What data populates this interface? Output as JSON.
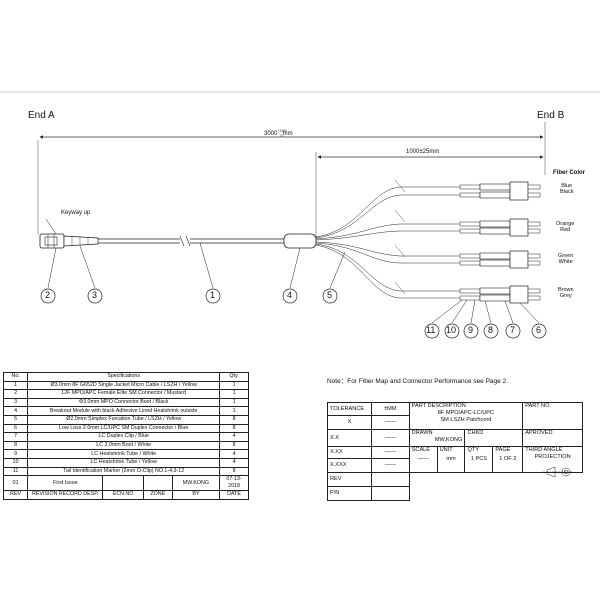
{
  "drawing": {
    "end_a": "End A",
    "end_b": "End B",
    "total_length": "3000",
    "total_tol_upper": "+100",
    "total_tol_lower": "0",
    "total_unit": "mm",
    "breakout_length": "1000±25mm",
    "keyway_label": "Keyway up",
    "fiber_color_title": "Fiber Color",
    "fiber_pairs": [
      {
        "a": "Blue",
        "b": "Black"
      },
      {
        "a": "Orange",
        "b": "Red"
      },
      {
        "a": "Green",
        "b": "White"
      },
      {
        "a": "Brown",
        "b": "Grey"
      }
    ],
    "callouts": [
      "1",
      "2",
      "3",
      "4",
      "5",
      "6",
      "7",
      "8",
      "9",
      "10",
      "11"
    ]
  },
  "note": "Note：For Fiber Map and Connector Performance see Page 2.",
  "spec_table": {
    "headers": {
      "no": "No.",
      "spec": "Specifications",
      "qty": "Qty."
    },
    "rows": [
      {
        "no": "1",
        "spec": "Ø3.0mm 8F G652D Single Jacket Micro Cable / LSZH / Yellow",
        "qty": "1"
      },
      {
        "no": "2",
        "spec": "12F MPO/APC Female Elite SM Connector / Mustard",
        "qty": "1"
      },
      {
        "no": "3",
        "spec": "Φ3.0mm MPO Connector Boot / Black",
        "qty": "1"
      },
      {
        "no": "4",
        "spec": "Breakout Module with black Adhesive Lined Heatshrink outside",
        "qty": "1"
      },
      {
        "no": "5",
        "spec": "Ø2.0mm Simplex Furcation Tube / LSZH / Yellow",
        "qty": "8"
      },
      {
        "no": "6",
        "spec": "Low Loss 2.0mm LC/UPC SM Duplex Connector / Blue",
        "qty": "8"
      },
      {
        "no": "7",
        "spec": "LC Duplex Clip / Blue",
        "qty": "4"
      },
      {
        "no": "8",
        "spec": "LC 2.0mm Boot / White",
        "qty": "8"
      },
      {
        "no": "9",
        "spec": "LC Heatshrink Tube / White",
        "qty": "4"
      },
      {
        "no": "10",
        "spec": "LC Heatshrink Tube / Yellow",
        "qty": "4"
      },
      {
        "no": "11",
        "spec": "Tail Identification Marker (2mm O-Clip) NO.1-4,9-12",
        "qty": "8"
      }
    ],
    "revision": {
      "rev": "01",
      "record": "First Issue",
      "ecn": "",
      "zone": "",
      "by": "MW.KONG",
      "date": "07-13-2018"
    },
    "footer": {
      "rev": "REV",
      "record": "REVISION RECORD DESP.",
      "ecn": "ECN.NO",
      "zone": "ZONE",
      "by": "BY",
      "date": "DATE"
    }
  },
  "title_block": {
    "tolerance": "TOLERANCE",
    "unit_mm": "±MM",
    "tol_rows": [
      "X",
      "X.X",
      "X.XX",
      "X.XXX"
    ],
    "tol_values": [
      "——",
      "——",
      "——",
      "——"
    ],
    "part_description_label": "PART DESCRIPTION",
    "part_description_1": "8F MPO/APC-LC/UPC",
    "part_description_2": "SM LSZH Patchcord",
    "part_no_label": "PART NO.",
    "drawn_label": "DRAWN",
    "drawn_by": "MW,KONG",
    "chkd_label": "CHKD",
    "aproved_label": "APROVED",
    "scale_label": "SCALE",
    "scale_value": "——",
    "unit_label": "UNIT",
    "unit_value": "mm",
    "qty_label": "QTY",
    "qty_value": "1 PCS",
    "page_label": "PAGE",
    "page_value": "1 OF 2",
    "projection_1": "THIRD ANGLE",
    "projection_2": "PROJECTION",
    "rev_label": "REV",
    "pn_label": "P/N"
  },
  "colors": {
    "line": "#222222",
    "tube": "#cfcfcf"
  }
}
